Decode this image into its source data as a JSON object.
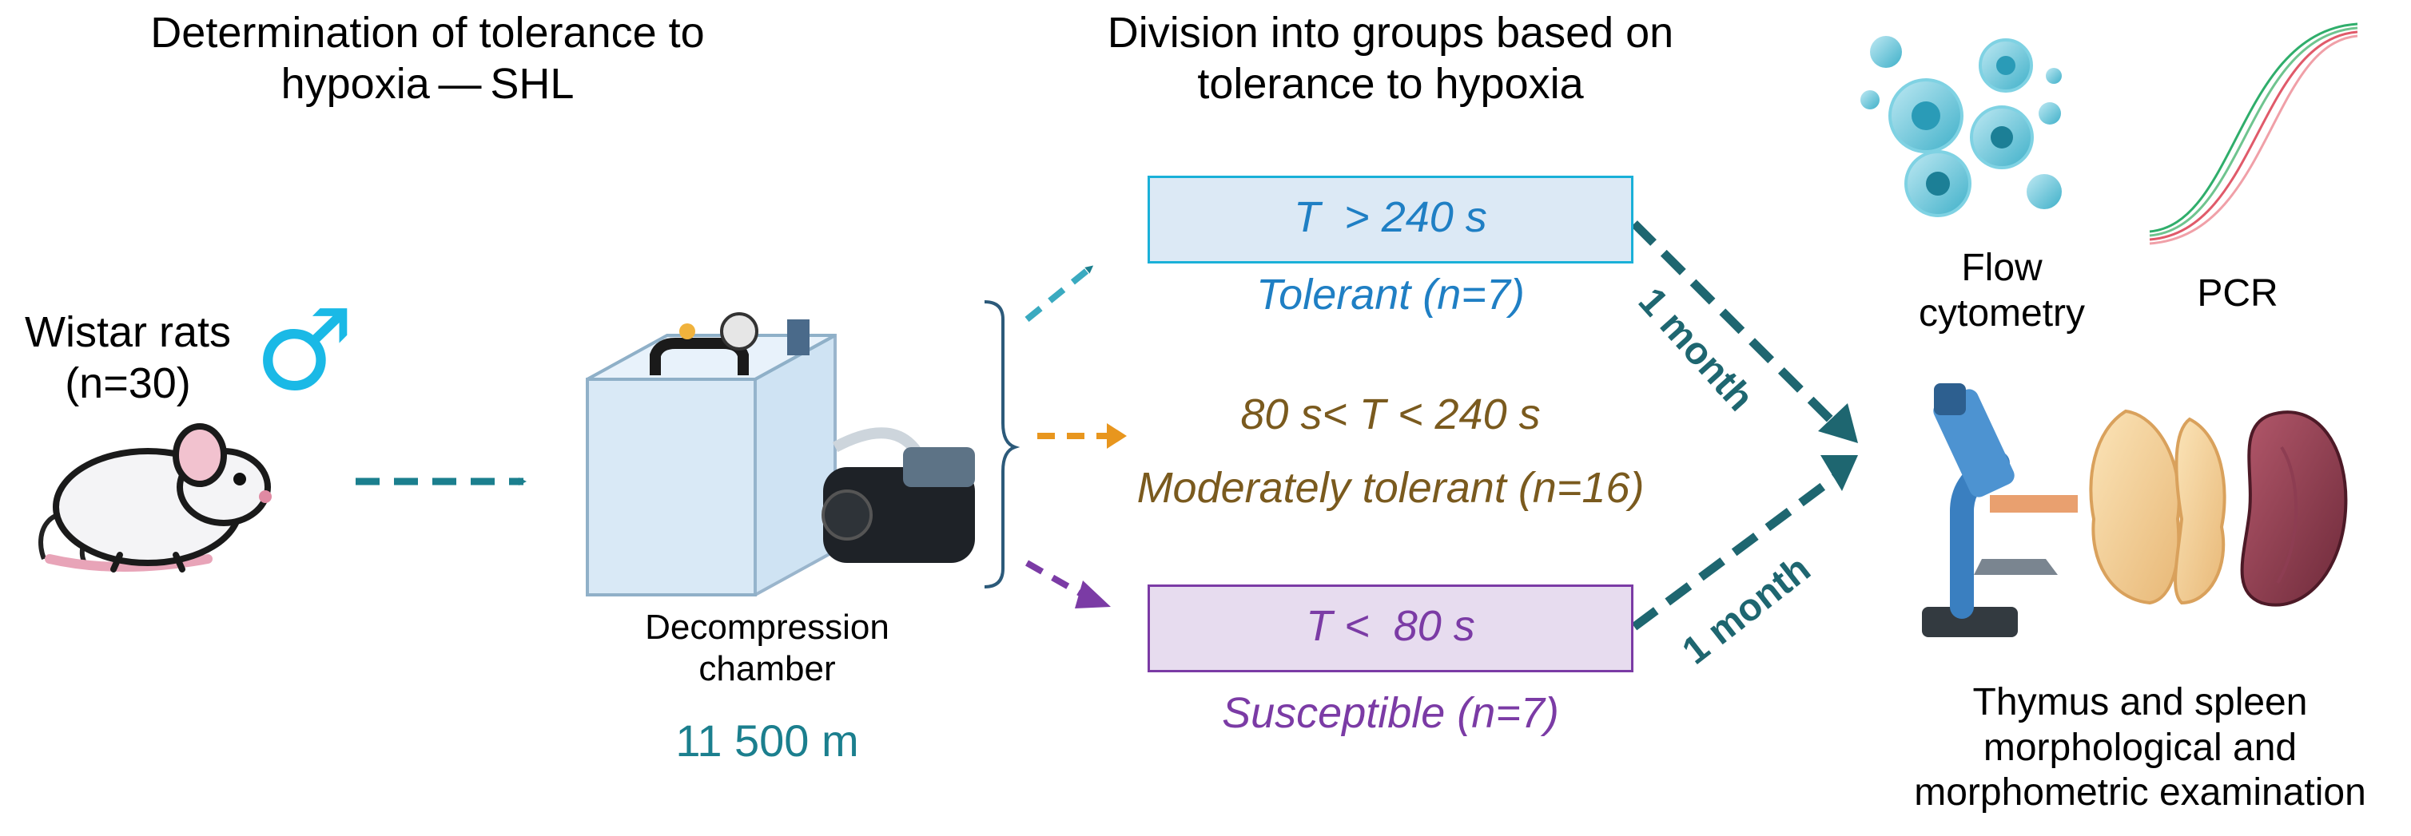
{
  "headings": {
    "left": [
      "Determination of tolerance to",
      "hypoxia — SHL"
    ],
    "middle": [
      "Division into groups based on",
      "tolerance to hypoxia"
    ]
  },
  "subjects": {
    "label": [
      "Wistar rats",
      "(n=30)"
    ],
    "male_symbol": "♂"
  },
  "chamber": {
    "label": [
      "Decompression",
      "chamber"
    ],
    "altitude": "11 500 m"
  },
  "groups": [
    {
      "condition": "T  > 240 s",
      "name": "Tolerant (n=7)",
      "color": "#1f7fc4",
      "box_fill": "#dce9f5"
    },
    {
      "condition": "80 s< T < 240 s",
      "name": "Moderately tolerant (n=16)",
      "color": "#7a5a1e"
    },
    {
      "condition": "T <  80 s",
      "name": "Susceptible (n=7)",
      "color": "#7b3ba5",
      "box_fill": "#e7dcef"
    }
  ],
  "intervals": [
    "1 month",
    "1 month"
  ],
  "methods": {
    "flow": [
      "Flow",
      "cytometry"
    ],
    "pcr": "PCR",
    "morphology": [
      "Thymus and spleen",
      "morphological and",
      "morphometric examination"
    ]
  },
  "colors": {
    "teal": "#1b7f8e",
    "dark_teal": "#1e6670",
    "orange": "#e8961e",
    "purple": "#7b3ba5",
    "cyan": "#1ab9e6"
  }
}
